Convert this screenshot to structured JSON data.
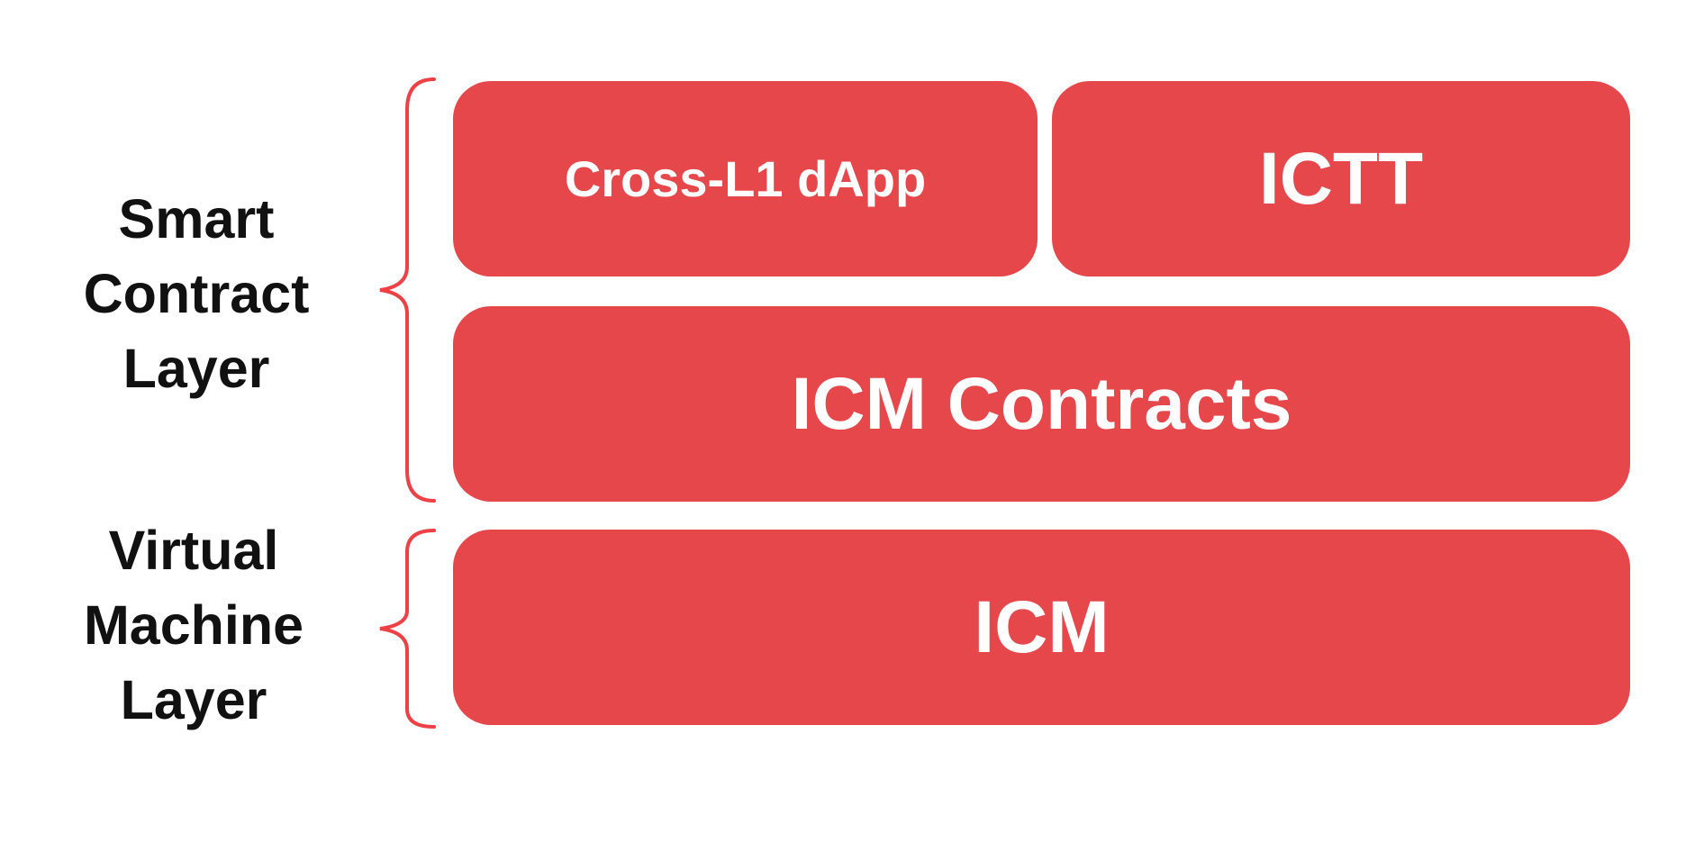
{
  "diagram": {
    "groups": [
      {
        "label": "Smart Contract Layer",
        "boxes": [
          {
            "label": "Cross-L1 dApp"
          },
          {
            "label": "ICTT"
          },
          {
            "label": "ICM Contracts"
          }
        ]
      },
      {
        "label": "Virtual Machine Layer",
        "boxes": [
          {
            "label": "ICM"
          }
        ]
      }
    ],
    "colors": {
      "box_fill": "#E5474B",
      "box_text": "#FFFFFF",
      "brace_stroke": "#ED4145",
      "label_text": "#111111",
      "background": "#FFFFFF"
    }
  }
}
